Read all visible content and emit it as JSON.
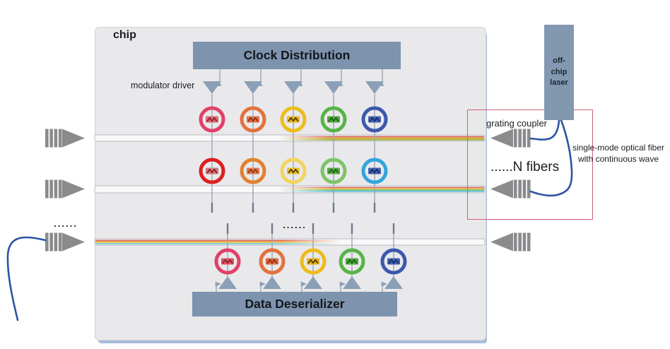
{
  "diagram": {
    "chip_label": "chip",
    "clock_box": "Clock Distribution",
    "modulator_driver_label": "modulator driver",
    "deserializer_box": "Data Deserializer",
    "laser_box": "off-\nchip\nlaser",
    "grating_coupler_label": "grating coupler",
    "n_fibers_label": "......N fibers",
    "fiber_note": "single-mode optical fiber\nwith continuous wave",
    "dots": "......"
  },
  "colors": {
    "ink": "#1b1c20",
    "box_fill": "#7e93ad",
    "laser_fill": "#8298b1",
    "chip_fill": "#e9e9eb",
    "chip_border": "#d3d4d8",
    "chip_shadow": "#a9bcdf",
    "highlight": "#cf5f73",
    "fiber": "#2d54a3",
    "coupler": "#8a8b8d",
    "driver": "#8ba0b7",
    "line": "#9aa6b3",
    "tick": "#6f7b8a",
    "wg_fill": "#f8f8f9",
    "wg_border": "#b9bcc1"
  },
  "rings": {
    "row1": [
      {
        "ring": "#e14168",
        "box": "#db6a6f",
        "wave": "#8c1e2e"
      },
      {
        "ring": "#e2713d",
        "box": "#dd7048",
        "wave": "#8f2d0e"
      },
      {
        "ring": "#edbc1c",
        "box": "#e7b41f",
        "wave": "#4a3a02"
      },
      {
        "ring": "#56b447",
        "box": "#4ea83f",
        "wave": "#1d5a15"
      },
      {
        "ring": "#3c58ac",
        "box": "#4562b2",
        "wave": "#17295f"
      }
    ],
    "row2": [
      {
        "ring": "#dd1e1e",
        "box": "#cf7a7e",
        "wave": "#8c1420"
      },
      {
        "ring": "#e2812f",
        "box": "#da7a50",
        "wave": "#8f330c"
      },
      {
        "ring": "#f2d45e",
        "box": "#e9bd2a",
        "wave": "#433501"
      },
      {
        "ring": "#7dc467",
        "box": "#55aa41",
        "wave": "#1d5a15"
      },
      {
        "ring": "#32a5dc",
        "box": "#3f62b0",
        "wave": "#152a60"
      }
    ],
    "row3": [
      {
        "ring": "#e14168",
        "box": "#d9565e",
        "wave": "#8c1e2e"
      },
      {
        "ring": "#e2713d",
        "box": "#dc6a42",
        "wave": "#8f2d0e"
      },
      {
        "ring": "#edbc1c",
        "box": "#e4b01c",
        "wave": "#4a3a02"
      },
      {
        "ring": "#56b447",
        "box": "#4da63e",
        "wave": "#1d5a15"
      },
      {
        "ring": "#3c58ac",
        "box": "#4160b2",
        "wave": "#17295f"
      }
    ]
  },
  "waveguides": [
    {
      "stripes": [
        "#dd6b6f",
        "#dfbd43",
        "#a4b24d"
      ],
      "fade": "in-from-left"
    },
    {
      "stripes": [
        "#d8697a",
        "#e5ce55",
        "#8cc263",
        "#6fc6e5"
      ],
      "fade": "in-from-left"
    },
    {
      "stripes": [
        "#df6a60",
        "#e69a4f",
        "#e9d75f",
        "#7fcbe0"
      ],
      "fade": "out-to-right"
    }
  ]
}
